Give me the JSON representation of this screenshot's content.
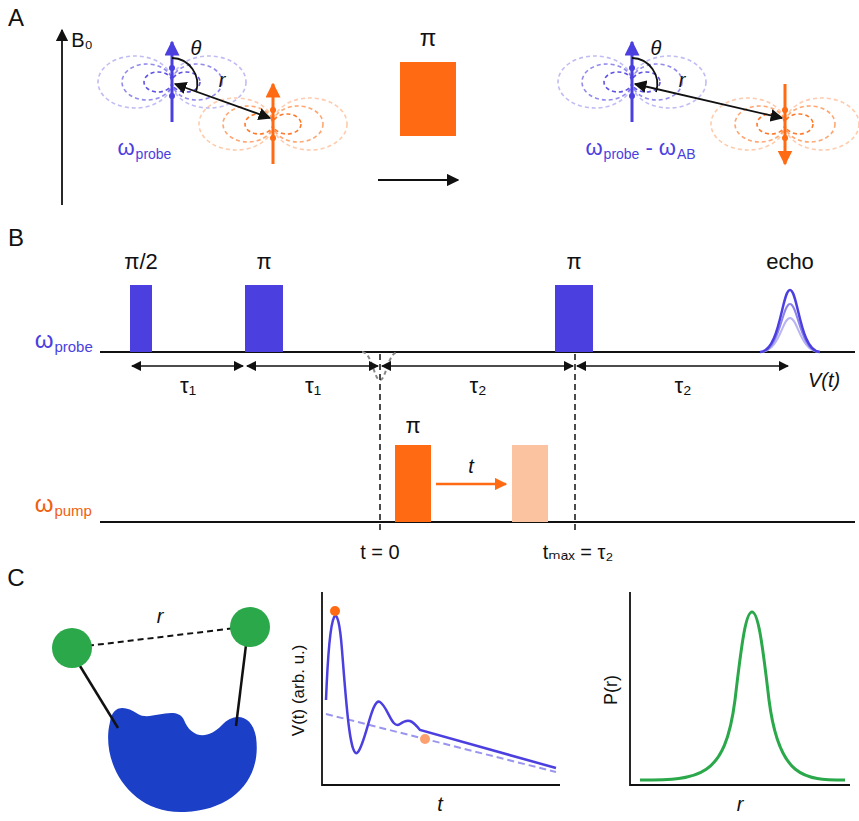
{
  "diagram": {
    "labels": [
      "A",
      "B₀",
      "θ",
      "r",
      "ω",
      "probe",
      "π",
      "θ",
      "r",
      "ω",
      "probe",
      "- ω",
      "AB",
      "B",
      "π/2",
      "π",
      "π",
      "echo",
      "ω",
      "probe",
      "τ₁",
      "τ₁",
      "τ₂",
      "τ₂",
      "V(t)",
      "ω",
      "pump",
      "π",
      "t",
      "t = 0",
      "tₘₐₓ = τ₂",
      "C",
      "r",
      "V(t) (arb. u.)",
      "t",
      "P(r)",
      "r"
    ]
  }
}
